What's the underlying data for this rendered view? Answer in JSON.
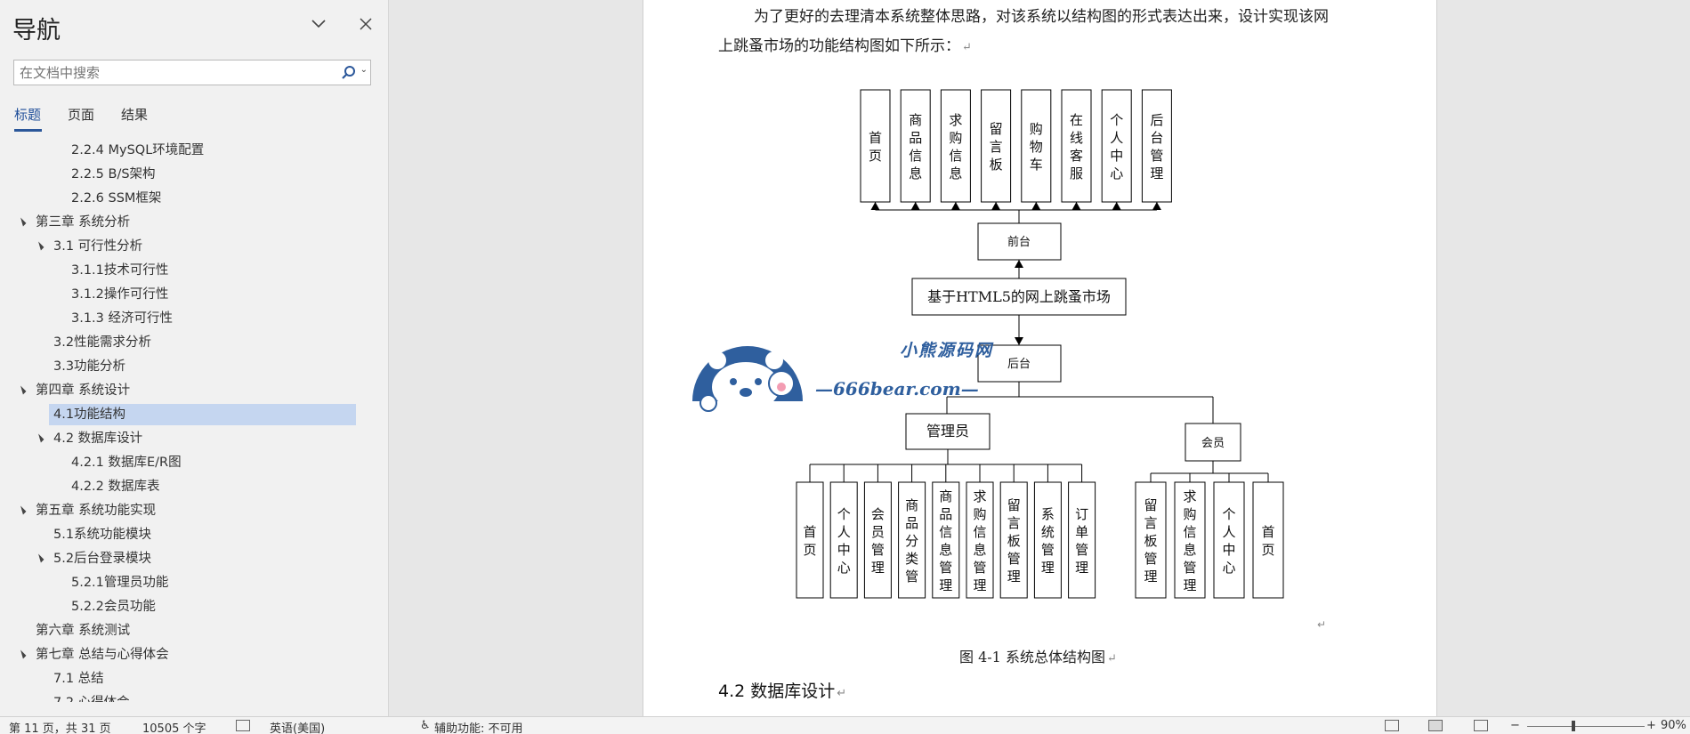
{
  "nav": {
    "title": "导航",
    "search_placeholder": "在文档中搜索",
    "tabs": [
      {
        "label": "标题",
        "active": true
      },
      {
        "label": "页面",
        "active": false
      },
      {
        "label": "结果",
        "active": false
      }
    ],
    "tree": [
      {
        "label": "2.2.4  MySQL环境配置",
        "level": 3,
        "expanded": null,
        "selected": false
      },
      {
        "label": "2.2.5  B/S架构",
        "level": 3,
        "expanded": null,
        "selected": false
      },
      {
        "label": "2.2.6  SSM框架",
        "level": 3,
        "expanded": null,
        "selected": false
      },
      {
        "label": "第三章 系统分析",
        "level": 1,
        "expanded": true,
        "selected": false
      },
      {
        "label": "3.1 可行性分析",
        "level": 2,
        "expanded": true,
        "selected": false
      },
      {
        "label": "3.1.1技术可行性",
        "level": 3,
        "expanded": null,
        "selected": false
      },
      {
        "label": "3.1.2操作可行性",
        "level": 3,
        "expanded": null,
        "selected": false
      },
      {
        "label": "3.1.3 经济可行性",
        "level": 3,
        "expanded": null,
        "selected": false
      },
      {
        "label": "3.2性能需求分析",
        "level": 2,
        "expanded": null,
        "selected": false
      },
      {
        "label": "3.3功能分析",
        "level": 2,
        "expanded": null,
        "selected": false
      },
      {
        "label": "第四章 系统设计",
        "level": 1,
        "expanded": true,
        "selected": false
      },
      {
        "label": "4.1功能结构",
        "level": 2,
        "expanded": null,
        "selected": true
      },
      {
        "label": "4.2 数据库设计",
        "level": 2,
        "expanded": true,
        "selected": false
      },
      {
        "label": "4.2.1 数据库E/R图",
        "level": 3,
        "expanded": null,
        "selected": false
      },
      {
        "label": "4.2.2 数据库表",
        "level": 3,
        "expanded": null,
        "selected": false
      },
      {
        "label": "第五章 系统功能实现",
        "level": 1,
        "expanded": true,
        "selected": false
      },
      {
        "label": "5.1系统功能模块",
        "level": 2,
        "expanded": null,
        "selected": false
      },
      {
        "label": "5.2后台登录模块",
        "level": 2,
        "expanded": true,
        "selected": false
      },
      {
        "label": "5.2.1管理员功能",
        "level": 3,
        "expanded": null,
        "selected": false
      },
      {
        "label": "5.2.2会员功能",
        "level": 3,
        "expanded": null,
        "selected": false
      },
      {
        "label": "第六章 系统测试",
        "level": 1,
        "expanded": null,
        "selected": false
      },
      {
        "label": "第七章 总结与心得体会",
        "level": 1,
        "expanded": true,
        "selected": false
      },
      {
        "label": "7.1 总结",
        "level": 2,
        "expanded": null,
        "selected": false
      },
      {
        "label": "7.2 心得体会",
        "level": 2,
        "expanded": null,
        "selected": false
      }
    ]
  },
  "doc": {
    "para_line1": "为了更好的去理清本系统整体思路，对该系统以结构图的形式表达出来，设计实现该网",
    "para_line2": "上跳蚤市场的功能结构图如下所示：",
    "diagram": {
      "root": "基于HTML5的网上跳蚤市场",
      "front": "前台",
      "back": "后台",
      "front_items": [
        "首页",
        "商品信息",
        "求购信息",
        "留言板",
        "购物车",
        "在线客服",
        "个人中心",
        "后台管理"
      ],
      "admin": "管理员",
      "member": "会员",
      "admin_items": [
        "首页",
        "个人中心",
        "会员管理",
        "商品分类管",
        "商品信息管理",
        "求购信息管理",
        "留言板管理",
        "系统管理",
        "订单管理"
      ],
      "member_items": [
        "留言板管理",
        "求购信息管理",
        "个人中心",
        "首页"
      ]
    },
    "caption": "图 4-1  系统总体结构图",
    "heading": "4.2  数据库设计",
    "watermark_line1": "小熊源码网",
    "watermark_line2": "—666bear.com—",
    "paragraph_mark": "↵"
  },
  "status": {
    "page": "第 11 页，共 31 页",
    "words": "10505 个字",
    "language": "英语(美国)",
    "accessibility": "辅助功能: 不可用",
    "zoom": "90%"
  }
}
